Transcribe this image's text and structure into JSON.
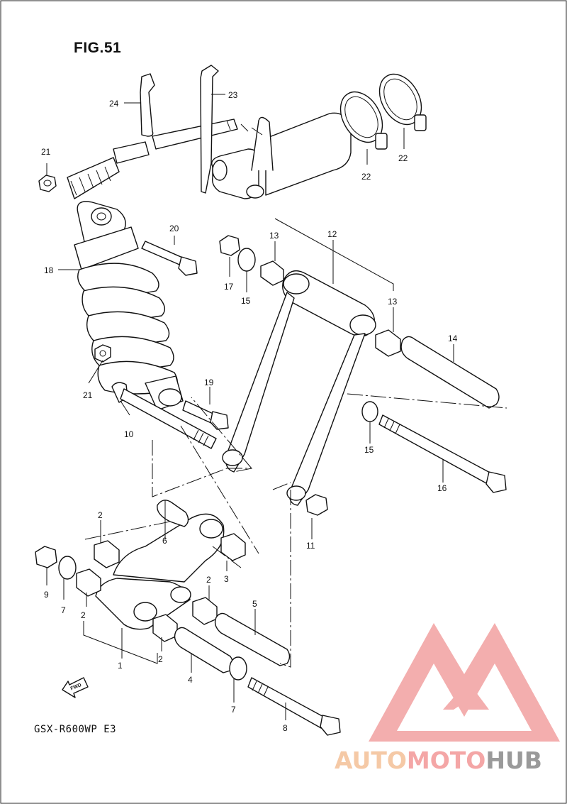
{
  "figure": {
    "title": "FIG.51",
    "model": "GSX-R600WP E3"
  },
  "fwd_label": "FWD",
  "callouts": [
    {
      "id": "c24",
      "text": "24"
    },
    {
      "id": "c23",
      "text": "23"
    },
    {
      "id": "c21a",
      "text": "21"
    },
    {
      "id": "c22a",
      "text": "22"
    },
    {
      "id": "c22b",
      "text": "22"
    },
    {
      "id": "c20",
      "text": "20"
    },
    {
      "id": "c18",
      "text": "18"
    },
    {
      "id": "c13a",
      "text": "13"
    },
    {
      "id": "c12",
      "text": "12"
    },
    {
      "id": "c17",
      "text": "17"
    },
    {
      "id": "c15a",
      "text": "15"
    },
    {
      "id": "c13b",
      "text": "13"
    },
    {
      "id": "c14",
      "text": "14"
    },
    {
      "id": "c21b",
      "text": "21"
    },
    {
      "id": "c19",
      "text": "19"
    },
    {
      "id": "c10",
      "text": "10"
    },
    {
      "id": "c15b",
      "text": "15"
    },
    {
      "id": "c16",
      "text": "16"
    },
    {
      "id": "c2a",
      "text": "2"
    },
    {
      "id": "c6",
      "text": "6"
    },
    {
      "id": "c11",
      "text": "11"
    },
    {
      "id": "c3",
      "text": "3"
    },
    {
      "id": "c9",
      "text": "9"
    },
    {
      "id": "c7a",
      "text": "7"
    },
    {
      "id": "c2b",
      "text": "2"
    },
    {
      "id": "c2c",
      "text": "2"
    },
    {
      "id": "c5",
      "text": "5"
    },
    {
      "id": "c1",
      "text": "1"
    },
    {
      "id": "c2d",
      "text": "2"
    },
    {
      "id": "c4",
      "text": "4"
    },
    {
      "id": "c7b",
      "text": "7"
    },
    {
      "id": "c8",
      "text": "8"
    }
  ],
  "watermark": {
    "part1": "AUTO",
    "part2": "MOTO",
    "part3": "HUB",
    "color1": "#f5c9a6",
    "color2": "#f4a6a6",
    "color3": "#9a9a9a",
    "logo_color": "#f2a0a0"
  }
}
